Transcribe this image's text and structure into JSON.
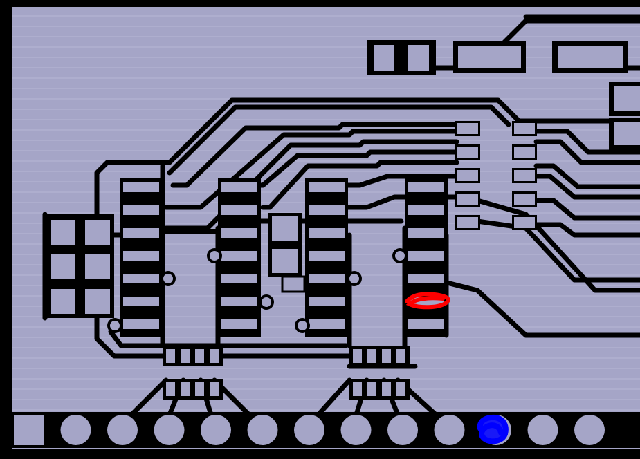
{
  "canvas": {
    "background_color": "#000000",
    "copper_color": "#a5a5c7",
    "hatch_color": "#d8d8e8"
  },
  "annotations": [
    {
      "name": "red-scribble",
      "color": "#ff0000"
    },
    {
      "name": "blue-scribble",
      "color": "#0000ff"
    }
  ],
  "connector": {
    "pad_count": 13,
    "first_pad_shape": "square"
  },
  "chips": {
    "count": 4,
    "pins_per_side": 7
  },
  "smd_pad_columns": 2,
  "smd_pads_per_column": 5
}
